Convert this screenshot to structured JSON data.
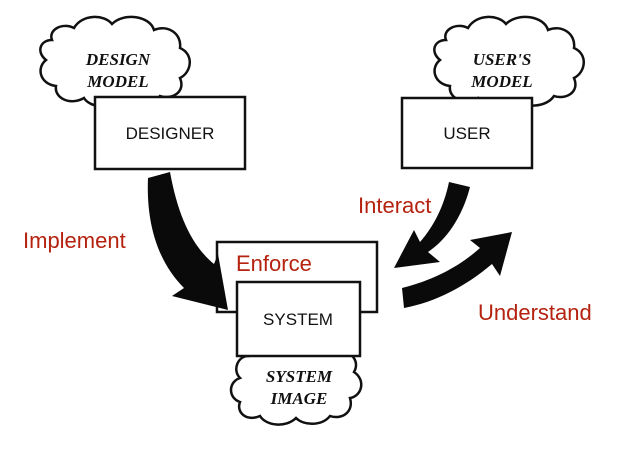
{
  "clouds": {
    "design_model": [
      "DESIGN",
      "MODEL"
    ],
    "users_model": [
      "USER'S",
      "MODEL"
    ],
    "system_image": [
      "SYSTEM",
      "IMAGE"
    ]
  },
  "boxes": {
    "designer": "DESIGNER",
    "user": "USER",
    "system": "SYSTEM"
  },
  "labels": {
    "implement": "Implement",
    "interact": "Interact",
    "enforce": "Enforce",
    "understand": "Understand"
  },
  "colors": {
    "label_red": "#b5220f",
    "ink": "#111111",
    "arrow": "#0a0a0a"
  }
}
